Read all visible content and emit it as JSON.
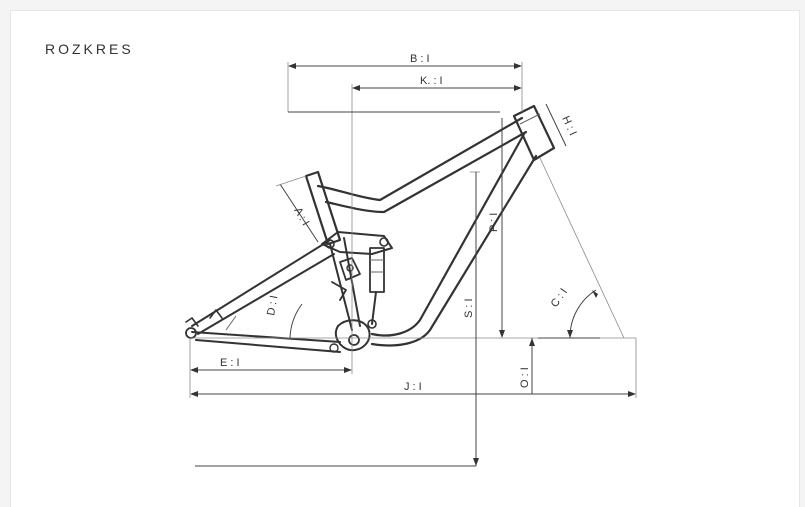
{
  "title": "ROZKRES",
  "labels": {
    "A": "A : I",
    "B": "B : I",
    "C": "C : I",
    "D": "D : I",
    "E": "E : I",
    "H": "H : I",
    "J": "J : I",
    "K": "K. : I",
    "O": "O : I",
    "P": "P : I",
    "S": "S : I"
  },
  "colors": {
    "line": "#333333",
    "background": "#ffffff"
  }
}
